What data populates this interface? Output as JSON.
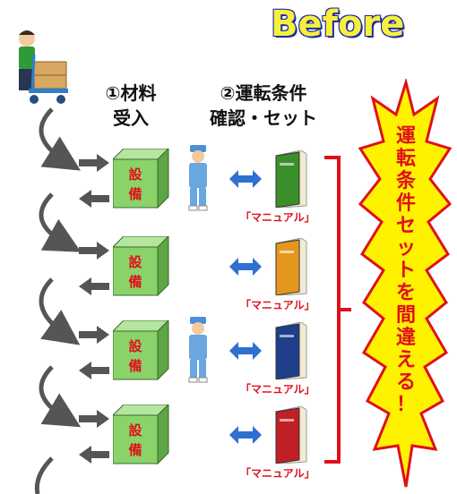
{
  "title_badge": "Before",
  "headers": {
    "step1": [
      "①材料",
      "受入"
    ],
    "step2": [
      "②運転条件",
      "確認・セット"
    ]
  },
  "equipment_label": [
    "設",
    "備"
  ],
  "manual_label": "「マニュアル」",
  "warning_text": [
    "運",
    "転",
    "条",
    "件",
    "セ",
    "ッ",
    "ト",
    "を",
    "間",
    "違",
    "え",
    "る",
    "！"
  ],
  "book_colors": [
    "#3a8f2a",
    "#e5961c",
    "#1f3f8a",
    "#c01f26"
  ],
  "colors": {
    "accent_red": "#e0101a",
    "box_green": "#8ad36a",
    "arrow_gray": "#555555",
    "arrow_blue": "#2f6fd0",
    "burst_yellow": "#fff200"
  }
}
